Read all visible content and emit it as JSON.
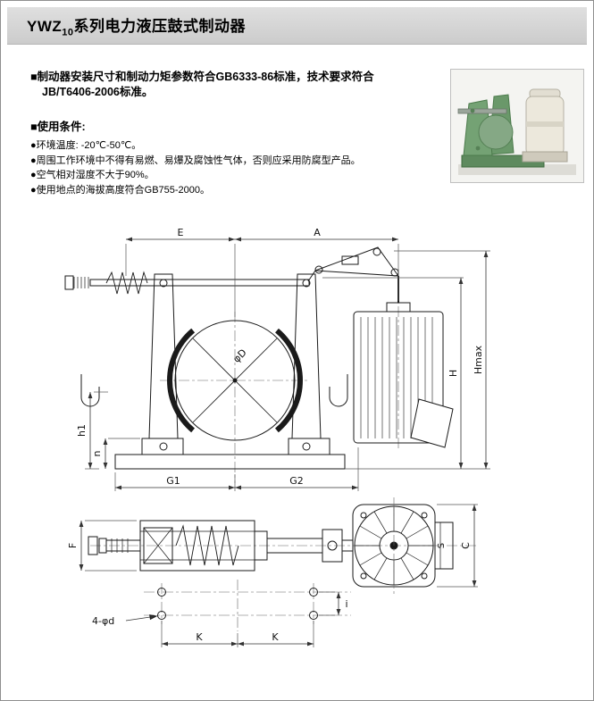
{
  "header": {
    "title_prefix": "YWZ",
    "title_sub": "10",
    "title_suffix": "系列电力液压鼓式制动器"
  },
  "intro": {
    "line1": "■制动器安装尺寸和制动力矩参数符合GB6333-86标准，技术要求符合",
    "line2": "JB/T6406-2006标准。"
  },
  "conditions": {
    "heading": "■使用条件:",
    "items": [
      "●环境温度: -20℃-50℃。",
      "●周围工作环境中不得有易燃、易爆及腐蚀性气体，否则应采用防腐型产品。",
      "●空气相对湿度不大于90%。",
      "●使用地点的海拔高度符合GB755-2000。"
    ]
  },
  "drawing": {
    "labels": {
      "E": "E",
      "A": "A",
      "H": "H",
      "Hmax": "Hmax",
      "h1": "h1",
      "n": "n",
      "G1": "G1",
      "G2": "G2",
      "phiD": "φD",
      "F": "F",
      "C": "C",
      "S": "S",
      "K": "K",
      "i": "i",
      "holes": "4-φd"
    }
  },
  "colors": {
    "title_bar_bg": "#d6d6d6",
    "drawing_line": "#1a1a1a",
    "photo_green": "#74a274",
    "photo_cream": "#ece8dc"
  }
}
